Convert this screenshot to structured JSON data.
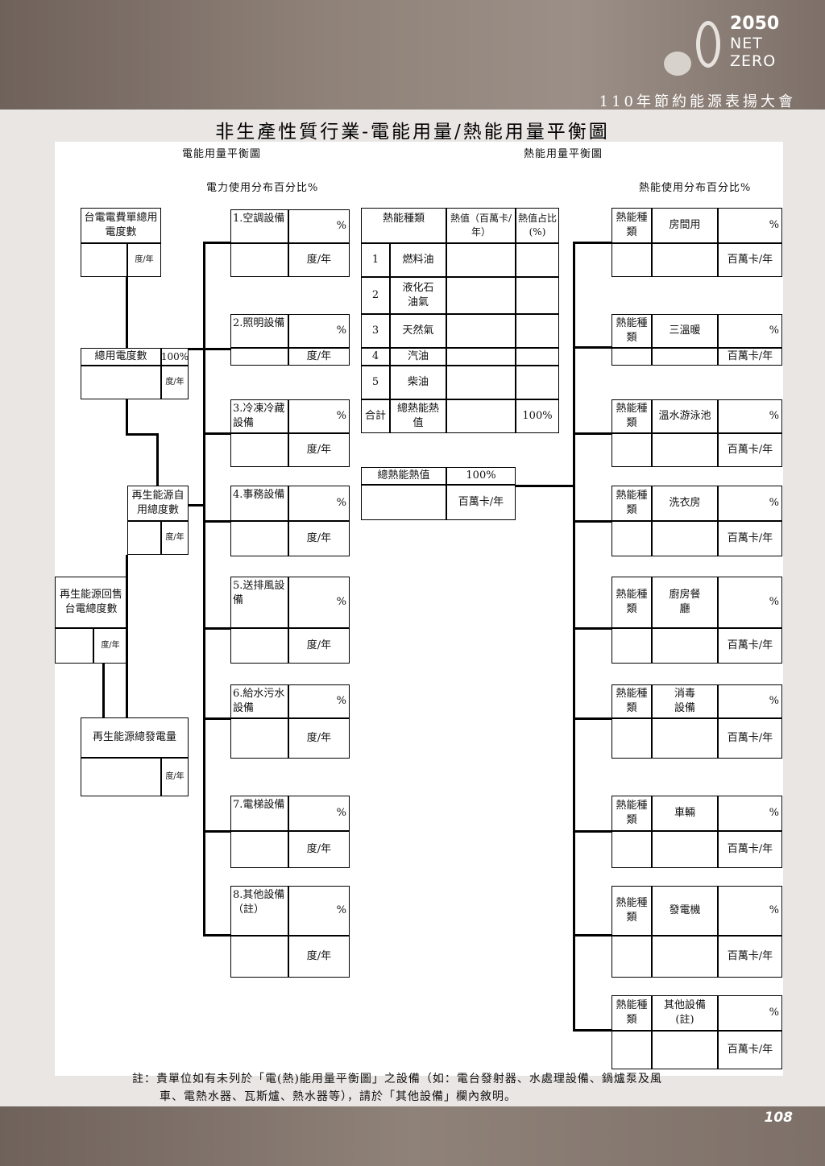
{
  "header": {
    "logo": {
      "year": "2050",
      "line1": "NET",
      "line2": "ZERO"
    },
    "event_title": "110年節約能源表揚大會"
  },
  "page_title": "非生產性質行業-電能用量/熱能用量平衡圖",
  "electric": {
    "heading": "電能用量平衡圖",
    "dist_heading": "電力使用分布百分比%",
    "bill_box": {
      "label": "台電電費單總用電度數",
      "unit": "度/年"
    },
    "total_box": {
      "label": "總用電度數",
      "pct": "100%",
      "unit": "度/年"
    },
    "renew_self_box": {
      "label": "再生能源自用總度數",
      "unit": "度/年"
    },
    "renew_sell_box": {
      "label": "再生能源回售台電總度數",
      "unit": "度/年"
    },
    "renew_total_box": {
      "label": "再生能源總發電量",
      "unit": "度/年"
    },
    "equipment": [
      {
        "label": "1.空調設備",
        "pct": "%",
        "unit": "度/年"
      },
      {
        "label": "2.照明設備",
        "pct": "%",
        "unit": "度/年"
      },
      {
        "label": "3.冷凍冷藏設備",
        "pct": "%",
        "unit": "度/年"
      },
      {
        "label": "4.事務設備",
        "pct": "%",
        "unit": "度/年"
      },
      {
        "label": "5.送排風設備",
        "pct": "%",
        "unit": "度/年"
      },
      {
        "label": "6.給水污水設備",
        "pct": "%",
        "unit": "度/年"
      },
      {
        "label": "7.電梯設備",
        "pct": "%",
        "unit": "度/年"
      },
      {
        "label": "8.其他設備（註）",
        "pct": "%",
        "unit": "度/年"
      }
    ]
  },
  "thermal": {
    "heading": "熱能用量平衡圖",
    "dist_heading": "熱能使用分布百分比%",
    "table": {
      "headers": [
        "熱能種類",
        "熱值（百萬卡/年）",
        "熱值占比(%)"
      ],
      "rows": [
        {
          "no": "1",
          "name": "燃料油"
        },
        {
          "no": "2",
          "name": "液化石油氣"
        },
        {
          "no": "3",
          "name": "天然氣"
        },
        {
          "no": "4",
          "name": "汽油"
        },
        {
          "no": "5",
          "name": "柴油"
        }
      ],
      "total": {
        "label": "合計",
        "name": "總熱能熱值",
        "pct": "100%"
      }
    },
    "total_box": {
      "label": "總熱能熱值",
      "pct": "100%",
      "unit": "百萬卡/年"
    },
    "uses": [
      {
        "type_label": "熱能種類",
        "name": "房間用",
        "pct": "%",
        "unit": "百萬卡/年"
      },
      {
        "type_label": "熱能種類",
        "name": "三溫暖",
        "pct": "%",
        "unit": "百萬卡/年"
      },
      {
        "type_label": "熱能種類",
        "name": "溫水游泳池",
        "pct": "%",
        "unit": "百萬卡/年"
      },
      {
        "type_label": "熱能種類",
        "name": "洗衣房",
        "pct": "%",
        "unit": "百萬卡/年"
      },
      {
        "type_label": "熱能種類",
        "name": "廚房餐廳",
        "pct": "%",
        "unit": "百萬卡/年"
      },
      {
        "type_label": "熱能種類",
        "name": "消毒設備",
        "pct": "%",
        "unit": "百萬卡/年"
      },
      {
        "type_label": "熱能種類",
        "name": "車輛",
        "pct": "%",
        "unit": "百萬卡/年"
      },
      {
        "type_label": "熱能種類",
        "name": "發電機",
        "pct": "%",
        "unit": "百萬卡/年"
      },
      {
        "type_label": "熱能種類",
        "name": "其他設備(註)",
        "pct": "%",
        "unit": "百萬卡/年"
      }
    ]
  },
  "note": {
    "line1": "註：貴單位如有未列於「電(熱)能用量平衡圖」之設備（如：電台發射器、水處理設備、鍋爐泵及風",
    "line2": "車、電熱水器、瓦斯爐、熱水器等），請於「其他設備」欄內敘明。"
  },
  "page_number": "108"
}
